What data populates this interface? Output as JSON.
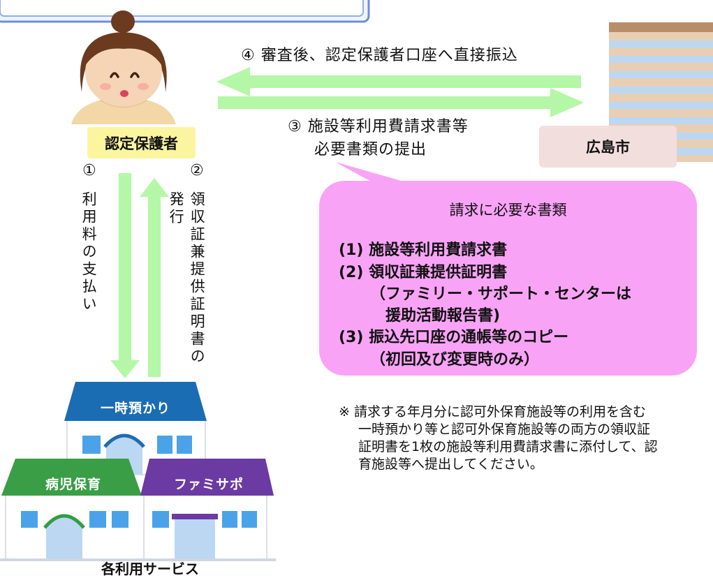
{
  "guardian": {
    "label": "認定保護者"
  },
  "city": {
    "label": "広島市"
  },
  "flows": {
    "step4": "④ 審査後、認定保護者口座へ直接振込",
    "step3_line1": "③ 施設等利用費請求書等",
    "step3_line2": "必要書類の提出",
    "step1_number": "①",
    "step1_text": "利用料の支払い",
    "step2_number": "②",
    "step2_text_col1": "領収証兼提供証明書の",
    "step2_text_col2": "発行"
  },
  "documents": {
    "title": "請求に必要な書類",
    "items": [
      "(1) 施設等利用費請求書",
      "(2) 領収証兼提供証明書",
      "（ファミリー・サポート・センターは",
      "援助活動報告書)",
      "(3) 振込先口座の通帳等のコピー",
      "（初回及び変更時のみ）"
    ]
  },
  "note": {
    "lines": [
      "※ 請求する年月分に認可外保育施設等の利用を含む",
      "一時預かり等と認可外保育施設等の両方の領収証",
      "証明書を1枚の施設等利用費請求書に添付して、認",
      "育施設等へ提出してください。"
    ]
  },
  "services": {
    "caption": "各利用サービス",
    "temporary_care": "一時預かり",
    "sick_child_care": "病児保育",
    "family_support": "ファミサポ"
  },
  "colors": {
    "arrow_green": "#b4f7a6",
    "callout_pink": "#f9a3f6",
    "guardian_yellow": "#fbf5a0",
    "city_pink": "#f3dede",
    "roof_blue": "#1b6db3",
    "roof_green": "#3a9e46",
    "roof_purple": "#6b3aa2"
  }
}
